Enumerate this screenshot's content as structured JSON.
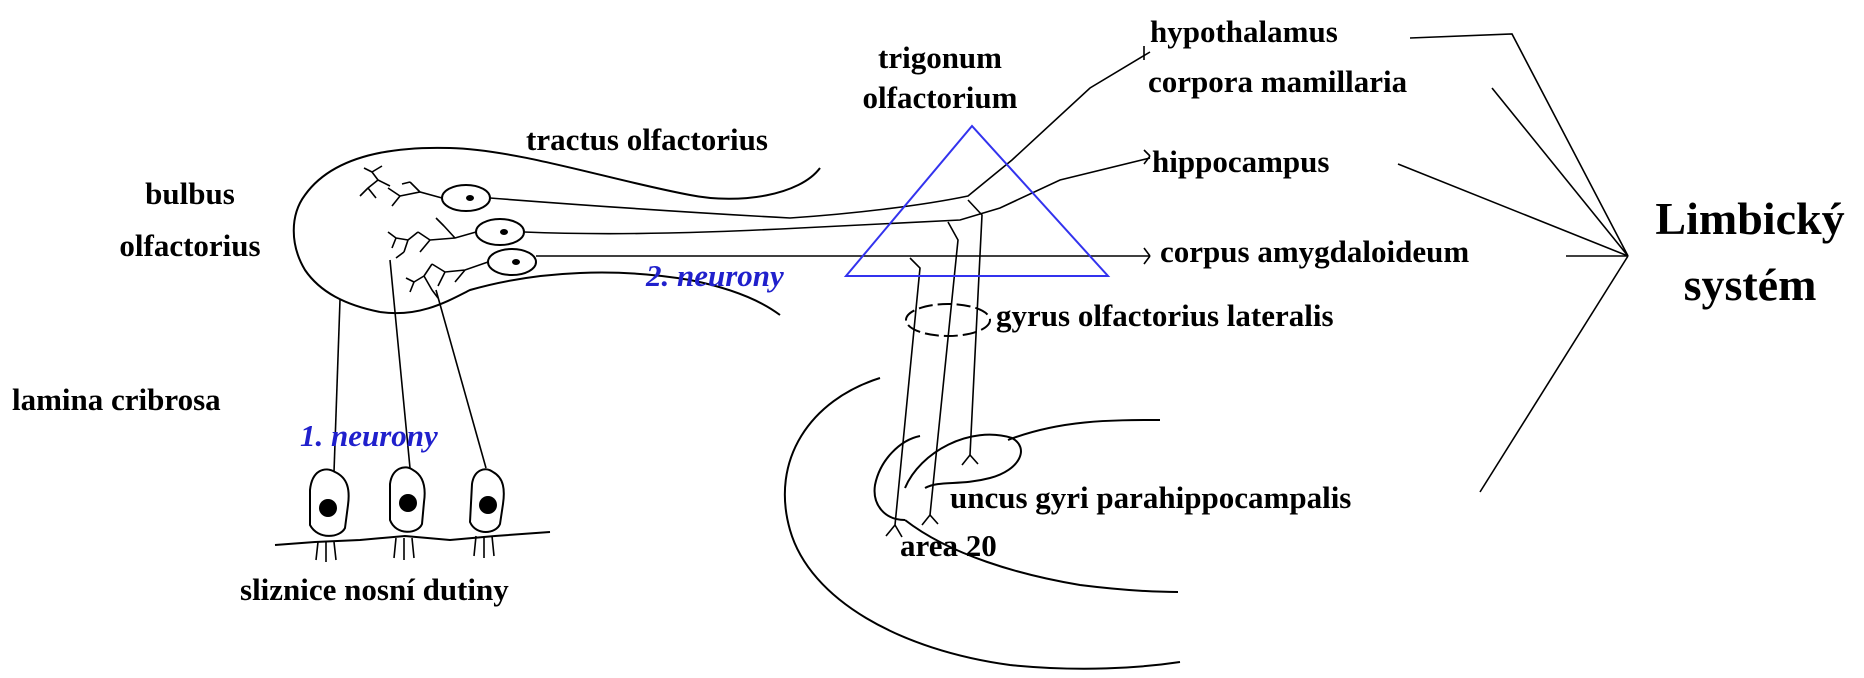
{
  "labels": {
    "trigonum_line1": "trigonum",
    "trigonum_line2": "olfactorium",
    "hypothalamus": "hypothalamus",
    "corpora_mamillaria": "corpora mamillaria",
    "hippocampus": "hippocampus",
    "corpus_amygdaloideum": "corpus amygdaloideum",
    "gyrus_olfactorius_lateralis": "gyrus olfactorius lateralis",
    "uncus_gyri_parahippocampalis": "uncus gyri parahippocampalis",
    "area_20": "area 20",
    "tractus_olfactorius": "tractus olfactorius",
    "bulbus_line1": "bulbus",
    "bulbus_line2": "olfactorius",
    "lamina_cribrosa": "lamina cribrosa",
    "neurony_1": "1. neurony",
    "neurony_2": "2. neurony",
    "sliznice": "sliznice nosní dutiny",
    "limbicky_line1": "Limbický",
    "limbicky_line2": "systém"
  },
  "colors": {
    "ink": "#000000",
    "accent_blue": "#2020cc",
    "triangle": "#3333ee"
  }
}
